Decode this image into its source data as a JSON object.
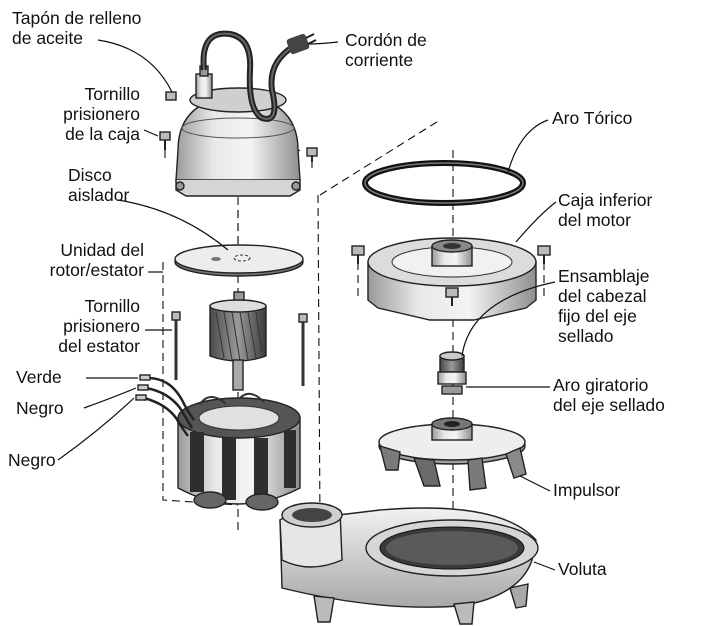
{
  "labels": {
    "oil_fill_plug": [
      "Tapón de relleno",
      "de aceite"
    ],
    "power_cord": [
      "Cordón de",
      "corriente"
    ],
    "housing_screw": [
      "Tornillo",
      "prisionero",
      "de la caja"
    ],
    "insulating_disc": [
      "Disco",
      "aislador"
    ],
    "rotor_stator_unit": [
      "Unidad del",
      "rotor/estator"
    ],
    "stator_screw": [
      "Tornillo",
      "prisionero",
      "del estator"
    ],
    "wire_green": "Verde",
    "wire_black_1": "Negro",
    "wire_black_2": "Negro",
    "o_ring": "Aro Tórico",
    "lower_motor_housing": [
      "Caja inferior",
      "del motor"
    ],
    "stationary_seal_assembly": [
      "Ensamblaje",
      "del cabezal",
      "fijo del eje",
      "sellado"
    ],
    "rotating_seal_ring": [
      "Aro giratorio",
      "del eje sellado"
    ],
    "impeller": "Impulsor",
    "volute": "Voluta"
  },
  "colors": {
    "ink": "#111111",
    "metal_light": "#e6e6e6",
    "metal_mid": "#c8c8c8",
    "metal_dark": "#8a8a8a",
    "shadow": "#555555"
  }
}
